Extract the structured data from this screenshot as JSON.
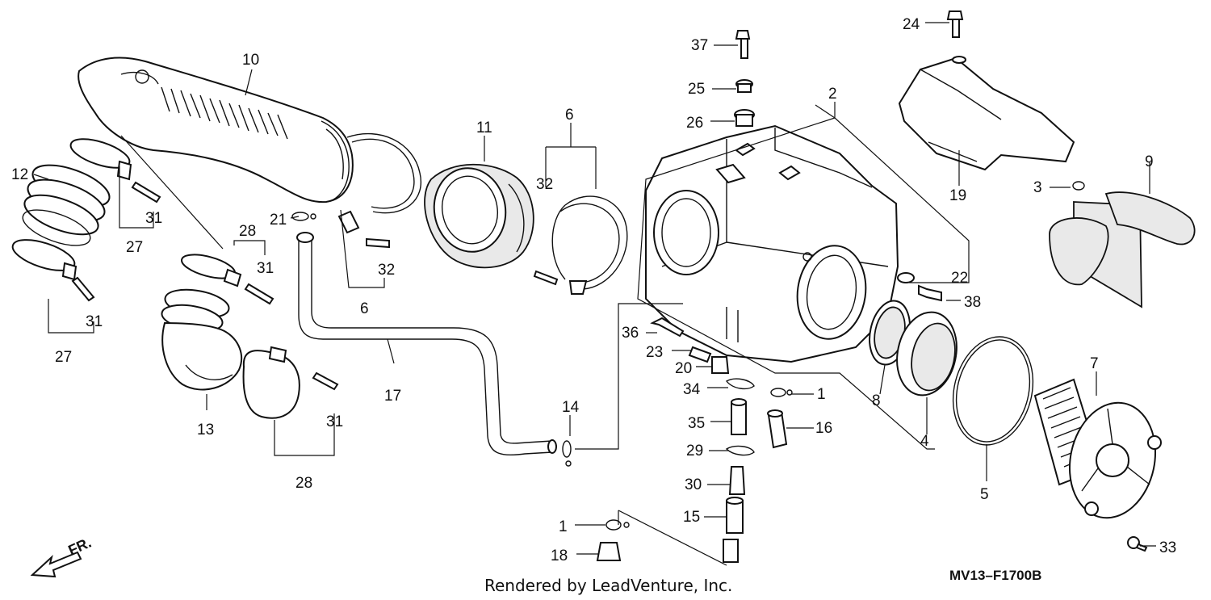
{
  "diagram": {
    "callouts": {
      "c1a": "1",
      "c1b": "1",
      "c2": "2",
      "c3": "3",
      "c4": "4",
      "c5": "5",
      "c6a": "6",
      "c6b": "6",
      "c7": "7",
      "c8": "8",
      "c9": "9",
      "c10": "10",
      "c11": "11",
      "c12": "12",
      "c13": "13",
      "c14": "14",
      "c15": "15",
      "c16": "16",
      "c17": "17",
      "c18": "18",
      "c19": "19",
      "c20": "20",
      "c21": "21",
      "c22": "22",
      "c23": "23",
      "c24": "24",
      "c25": "25",
      "c26": "26",
      "c27a": "27",
      "c27b": "27",
      "c28a": "28",
      "c28b": "28",
      "c29": "29",
      "c30": "30",
      "c31a": "31",
      "c31b": "31",
      "c31c": "31",
      "c31d": "31",
      "c32a": "32",
      "c32b": "32",
      "c33": "33",
      "c34": "34",
      "c35": "35",
      "c36": "36",
      "c37": "37",
      "c38": "38"
    },
    "direction_label": "FR.",
    "diagram_code": "MV13–F1700B",
    "credit": "Rendered by LeadVenture, Inc."
  }
}
